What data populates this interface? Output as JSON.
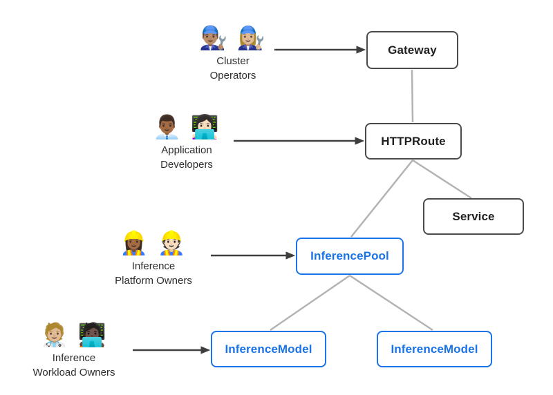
{
  "colors": {
    "node_border_dark": "#4a4a4a",
    "node_text_dark": "#1f1f1f",
    "accent_blue": "#1a73e8",
    "connector_gray": "#b3b3b3",
    "arrow_dark": "#3f3f3f",
    "label_text": "#2d2d2d",
    "background": "#ffffff"
  },
  "personas": [
    {
      "id": "cluster-operators",
      "emoji_names": [
        "man-mechanic-emoji",
        "woman-mechanic-emoji"
      ],
      "emojis": "👨🏽‍🔧 👩🏼‍🔧",
      "lines": [
        "Cluster",
        "Operators"
      ]
    },
    {
      "id": "application-developers",
      "emoji_names": [
        "man-office-worker-emoji",
        "woman-technologist-emoji"
      ],
      "emojis": "👨🏾‍💼 👩🏻‍💻",
      "lines": [
        "Application",
        "Developers"
      ]
    },
    {
      "id": "inference-platform-owners",
      "emoji_names": [
        "woman-construction-worker-emoji",
        "man-construction-worker-emoji"
      ],
      "emojis": "👷🏾‍♀️ 👷🏻",
      "lines": [
        "Inference",
        "Platform Owners"
      ]
    },
    {
      "id": "inference-workload-owners",
      "emoji_names": [
        "health-worker-emoji",
        "technologist-emoji"
      ],
      "emojis": "🧑🏼‍⚕️ 🧑🏿‍💻",
      "lines": [
        "Inference",
        "Workload Owners"
      ]
    }
  ],
  "nodes": [
    {
      "id": "gateway",
      "label": "Gateway",
      "style": "standard"
    },
    {
      "id": "httproute",
      "label": "HTTPRoute",
      "style": "standard"
    },
    {
      "id": "service",
      "label": "Service",
      "style": "standard"
    },
    {
      "id": "inferencepool",
      "label": "InferencePool",
      "style": "highlighted"
    },
    {
      "id": "inferencemodel-left",
      "label": "InferenceModel",
      "style": "highlighted"
    },
    {
      "id": "inferencemodel-right",
      "label": "InferenceModel",
      "style": "highlighted"
    }
  ],
  "edges": [
    {
      "from": "cluster-operators",
      "to": "gateway",
      "type": "arrow"
    },
    {
      "from": "application-developers",
      "to": "httproute",
      "type": "arrow"
    },
    {
      "from": "inference-platform-owners",
      "to": "inferencepool",
      "type": "arrow"
    },
    {
      "from": "inference-workload-owners",
      "to": "inferencemodel-left",
      "type": "arrow"
    },
    {
      "from": "gateway",
      "to": "httproute",
      "type": "line"
    },
    {
      "from": "httproute",
      "to": "service",
      "type": "line"
    },
    {
      "from": "httproute",
      "to": "inferencepool",
      "type": "line"
    },
    {
      "from": "inferencepool",
      "to": "inferencemodel-left",
      "type": "line"
    },
    {
      "from": "inferencepool",
      "to": "inferencemodel-right",
      "type": "line"
    }
  ]
}
